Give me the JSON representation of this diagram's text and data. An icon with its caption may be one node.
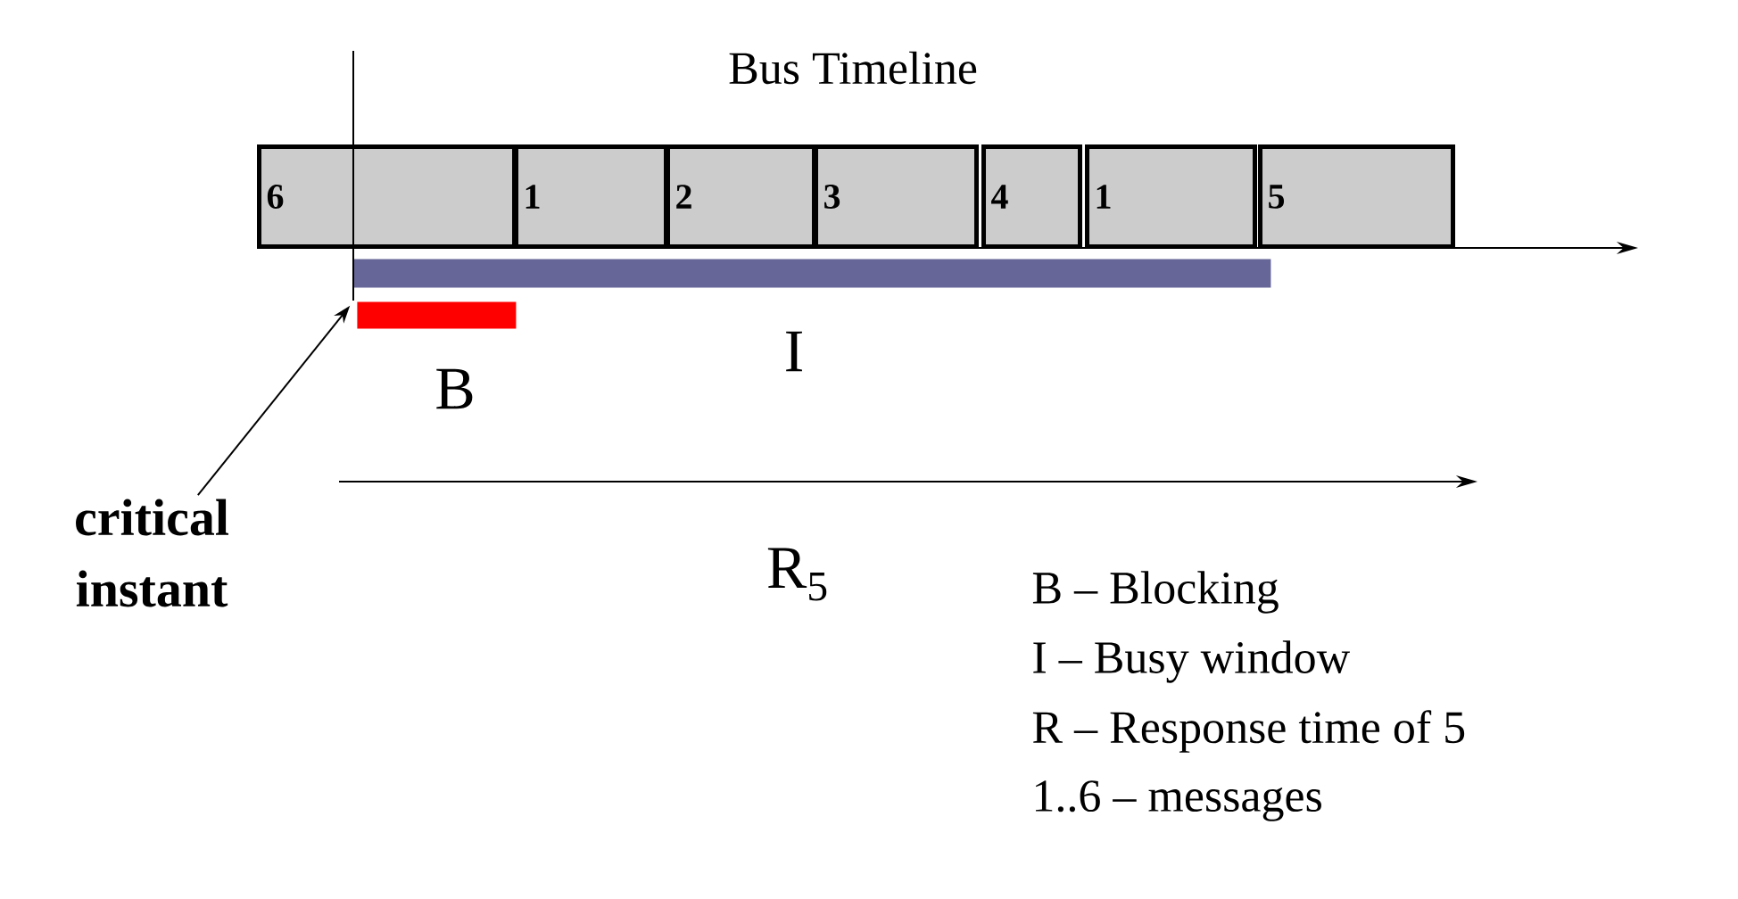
{
  "diagram": {
    "title": "Bus Timeline",
    "nodes": [
      {
        "text": [
          "6"
        ]
      },
      {
        "text": [
          "1"
        ]
      },
      {
        "text": [
          "2"
        ]
      },
      {
        "text": [
          "3"
        ]
      },
      {
        "text": [
          "4"
        ]
      },
      {
        "text": [
          "1"
        ]
      },
      {
        "text": [
          "5"
        ]
      },
      {
        "text": [],
        "shape": "bar",
        "beside": [
          "I"
        ]
      },
      {
        "text": [],
        "shape": "bar",
        "beside": [
          "B"
        ]
      },
      {
        "text": [
          "critical instant"
        ]
      },
      {
        "text": [],
        "shape": "line"
      }
    ],
    "edges": [
      {
        "from": 9,
        "to": 10,
        "arrow": "to"
      }
    ],
    "labels": [
      "R$_{5}$",
      "B – Blocking",
      "I – Busy window",
      "R – Response time of 5",
      "1..6 – messages"
    ]
  }
}
